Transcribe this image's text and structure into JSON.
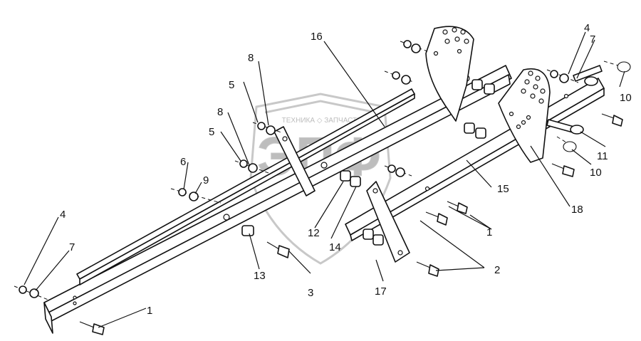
{
  "watermark": {
    "logo_letters": "ЭПФ",
    "arc_text": "ТЕХНИКА ◇ ЗАПЧАСТИ"
  },
  "callouts": [
    "1",
    "1",
    "1",
    "2",
    "2",
    "3",
    "4",
    "4",
    "5",
    "5",
    "6",
    "7",
    "7",
    "8",
    "8",
    "9",
    "10",
    "10",
    "11",
    "12",
    "13",
    "14",
    "15",
    "16",
    "17",
    "18"
  ]
}
